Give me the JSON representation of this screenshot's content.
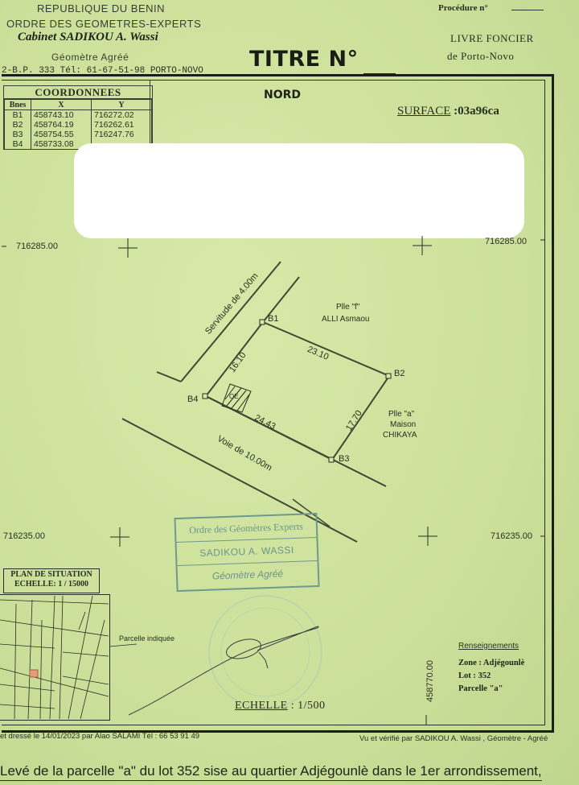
{
  "header": {
    "republic": "REPUBLIQUE DU BENIN",
    "ordre": "ORDRE DES GEOMETRES-EXPERTS",
    "cabinet": "Cabinet SADIKOU A. Wassi",
    "geometre": "Géomètre Agréé",
    "address": "2-B.P. 333 Tél: 61-67-51-98 PORTO-NOVO",
    "procedure_label": "Procédure n°",
    "livre_foncier": "LIVRE FONCIER",
    "de_porto_novo": "de Porto-Novo",
    "titre": "TITRE N°"
  },
  "coordinates": {
    "title": "COORDONNEES",
    "columns": [
      "Bnes",
      "X",
      "Y"
    ],
    "rows": [
      {
        "b": "B1",
        "x": "458743.10",
        "y": "716272.02"
      },
      {
        "b": "B2",
        "x": "458764.19",
        "y": "716262.61"
      },
      {
        "b": "B3",
        "x": "458754.55",
        "y": "716247.76"
      },
      {
        "b": "B4",
        "x": "458733.08",
        "y": ""
      }
    ]
  },
  "plan": {
    "nord": "NORD",
    "surface_label": "SURFACE",
    "surface_value": ":03a96ca",
    "grid_top_left": "716285.00",
    "grid_top_right": "716285.00",
    "grid_bottom_left": "716235.00",
    "grid_bottom_right": "716235.00",
    "grid_vertical": "458770.00",
    "boundaries": {
      "b1": "B1",
      "b2": "B2",
      "b3": "B3",
      "b4": "B4"
    },
    "dimensions": {
      "b1_b2": "23.10",
      "b2_b3": "17.70",
      "b3_b4": "24.43",
      "b4_b1": "16.10"
    },
    "servitude": "Servitude de 4.00m",
    "voie": "Voie de 10.00m",
    "neighbor_north_1": "Plle \"f\"",
    "neighbor_north_2": "ALLI Asmaou",
    "neighbor_east_1": "Plle \"a\"",
    "neighbor_east_2": "Maison",
    "neighbor_east_3": "CHIKAYA",
    "marker": "OE",
    "echelle_label": "ECHELLE",
    "echelle_value": ": 1/500"
  },
  "stamp": {
    "line1": "Ordre des Géomètres Experts",
    "line2": "SADIKOU A. WASSI",
    "line3": "Géomètre Agréé"
  },
  "situation": {
    "title": "PLAN DE SITUATION",
    "scale": "ECHELLE: 1 / 15000",
    "parcel_label": "Parcelle indiquée"
  },
  "renseignements": {
    "title": "Renseignements",
    "zone": "Zone : Adjégounlè",
    "lot": "Lot : 352",
    "parcelle": "Parcelle \"a\""
  },
  "footer": {
    "dresse": "et dressé le 14/01/2023 par Alao SALAMI  Tél : 66 53 91 49",
    "verifie": "Vu et vérifié par SADIKOU A. Wassi , Géomètre - Agréé",
    "leve": "Levé de la parcelle \"a\" du lot 352 sise au quartier Adjégounlè dans le 1er arrondissement,"
  }
}
